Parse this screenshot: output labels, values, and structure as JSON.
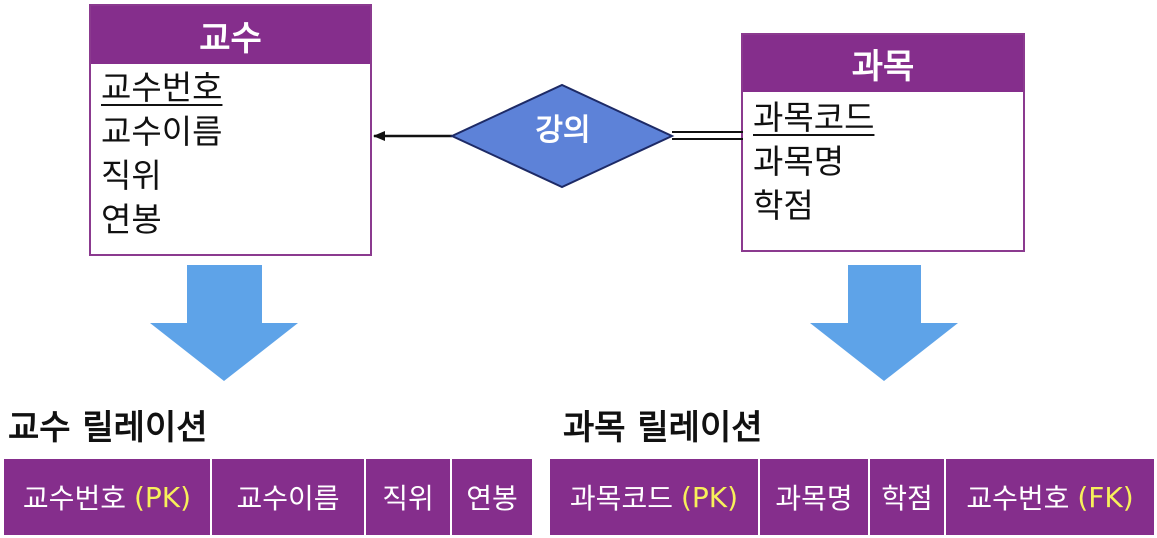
{
  "colors": {
    "header_purple": "#852e8c",
    "diamond_blue": "#5d82d8",
    "arrow_blue": "#5ea3e8",
    "key_yellow": "#f7f05a"
  },
  "professor_entity": {
    "title": "교수",
    "attributes": [
      {
        "label": "교수번호",
        "primary_key": true
      },
      {
        "label": "교수이름",
        "primary_key": false
      },
      {
        "label": "직위",
        "primary_key": false
      },
      {
        "label": "연봉",
        "primary_key": false
      }
    ]
  },
  "course_entity": {
    "title": "과목",
    "attributes": [
      {
        "label": "과목코드",
        "primary_key": true
      },
      {
        "label": "과목명",
        "primary_key": false
      },
      {
        "label": "학점",
        "primary_key": false
      }
    ]
  },
  "relationship": {
    "label": "강의"
  },
  "professor_relation": {
    "title": "교수 릴레이션",
    "columns": [
      {
        "name": "교수번호",
        "key": "(PK)"
      },
      {
        "name": "교수이름",
        "key": ""
      },
      {
        "name": "직위",
        "key": ""
      },
      {
        "name": "연봉",
        "key": ""
      }
    ]
  },
  "course_relation": {
    "title": "과목 릴레이션",
    "columns": [
      {
        "name": "과목코드",
        "key": "(PK)"
      },
      {
        "name": "과목명",
        "key": ""
      },
      {
        "name": "학점",
        "key": ""
      },
      {
        "name": "교수번호",
        "key": "(FK)"
      }
    ]
  }
}
